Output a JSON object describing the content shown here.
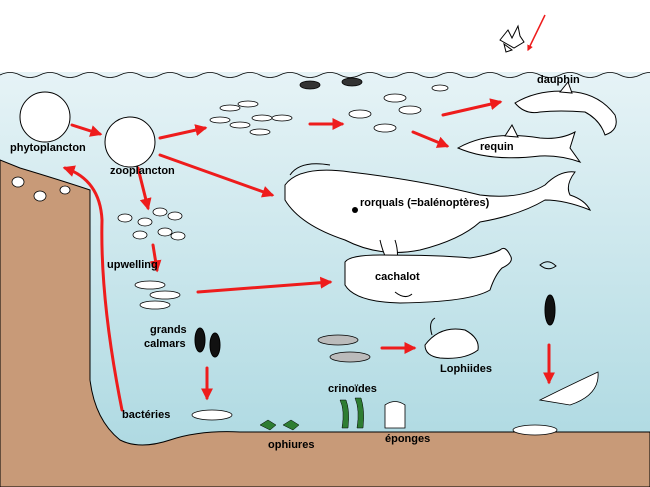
{
  "colors": {
    "sky": "#ffffff",
    "sea_top": "#e6f3f6",
    "sea_bottom": "#a9d7e0",
    "seabed": "#c89a78",
    "seabed_dark": "#9e7253",
    "arrow": "#ee1c1c",
    "outline": "#000000"
  },
  "labels": {
    "phytoplancton": "phytoplancton",
    "zooplancton": "zooplancton",
    "dauphin": "dauphin",
    "requin": "requin",
    "rorquals": "rorquals (=balénoptères)",
    "upwelling": "upwelling",
    "cachalot": "cachalot",
    "grands_calmars_1": "grands",
    "grands_calmars_2": "calmars",
    "lophiides": "Lophiides",
    "crinoides": "crinoïdes",
    "bacteries": "bactéries",
    "ophiures": "ophiures",
    "eponges": "éponges"
  },
  "arrows": [
    {
      "from": "phytoplancton",
      "to": "zooplancton"
    },
    {
      "from": "zooplancton",
      "to": "small-fish"
    },
    {
      "from": "small-fish",
      "to": "medium-fish"
    },
    {
      "from": "medium-fish",
      "to": "dauphin"
    },
    {
      "from": "medium-fish",
      "to": "requin"
    },
    {
      "from": "zooplancton",
      "to": "rorquals"
    },
    {
      "from": "zooplancton",
      "to": "upwelling-organisms"
    },
    {
      "from": "upwelling-organisms",
      "to": "upwelling"
    },
    {
      "from": "upwelling",
      "to": "cachalot"
    },
    {
      "from": "grands-calmars",
      "to": "bacteries"
    },
    {
      "from": "bacteries",
      "to": "phytoplancton"
    },
    {
      "from": "fish",
      "to": "lophiides"
    },
    {
      "from": "deep-organisms",
      "to": "bottom-fish"
    }
  ]
}
